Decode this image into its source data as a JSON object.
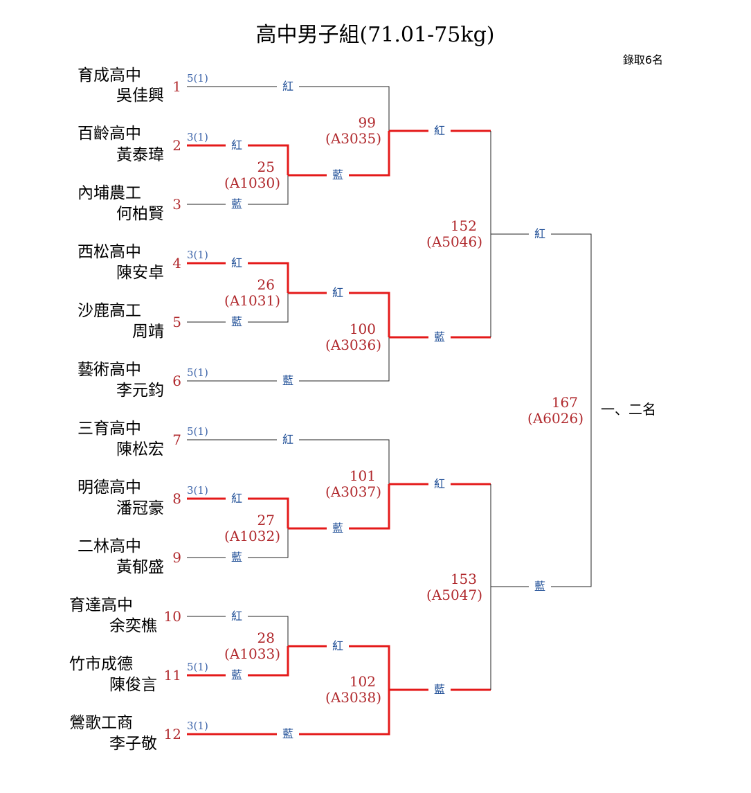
{
  "title": "高中男子組(71.01-75kg)",
  "note": "錄取6名",
  "final_label": "一、二名",
  "colors": {
    "red_side": "紅",
    "blue_side": "藍",
    "win_line": "#e41a1a",
    "seed": "#b0282c",
    "mid_label": "#1f4e96",
    "score": "#3a62a8"
  },
  "competitors": [
    {
      "seed": "1",
      "school": "育成高中",
      "name": "吳佳興",
      "score": "5(1)"
    },
    {
      "seed": "2",
      "school": "百齡高中",
      "name": "黃泰瑋",
      "score": "3(1)"
    },
    {
      "seed": "3",
      "school": "內埔農工",
      "name": "何柏賢",
      "score": ""
    },
    {
      "seed": "4",
      "school": "西松高中",
      "name": "陳安卓",
      "score": "3(1)"
    },
    {
      "seed": "5",
      "school": "沙鹿高工",
      "name": "周靖",
      "score": ""
    },
    {
      "seed": "6",
      "school": "藝術高中",
      "name": "李元鈞",
      "score": "5(1)"
    },
    {
      "seed": "7",
      "school": "三育高中",
      "name": "陳松宏",
      "score": "5(1)"
    },
    {
      "seed": "8",
      "school": "明德高中",
      "name": "潘冠豪",
      "score": "3(1)"
    },
    {
      "seed": "9",
      "school": "二林高中",
      "name": "黃郁盛",
      "score": ""
    },
    {
      "seed": "10",
      "school": "育達高中",
      "name": "余奕樵",
      "score": ""
    },
    {
      "seed": "11",
      "school": "竹市成德",
      "name": "陳俊言",
      "score": "5(1)"
    },
    {
      "seed": "12",
      "school": "鶯歌工商",
      "name": "李子敬",
      "score": "3(1)"
    }
  ],
  "matches": [
    {
      "no": "25",
      "code": "(A1030)"
    },
    {
      "no": "26",
      "code": "(A1031)"
    },
    {
      "no": "27",
      "code": "(A1032)"
    },
    {
      "no": "28",
      "code": "(A1033)"
    },
    {
      "no": "99",
      "code": "(A3035)"
    },
    {
      "no": "100",
      "code": "(A3036)"
    },
    {
      "no": "101",
      "code": "(A3037)"
    },
    {
      "no": "102",
      "code": "(A3038)"
    },
    {
      "no": "152",
      "code": "(A5046)"
    },
    {
      "no": "153",
      "code": "(A5047)"
    },
    {
      "no": "167",
      "code": "(A6026)"
    }
  ]
}
